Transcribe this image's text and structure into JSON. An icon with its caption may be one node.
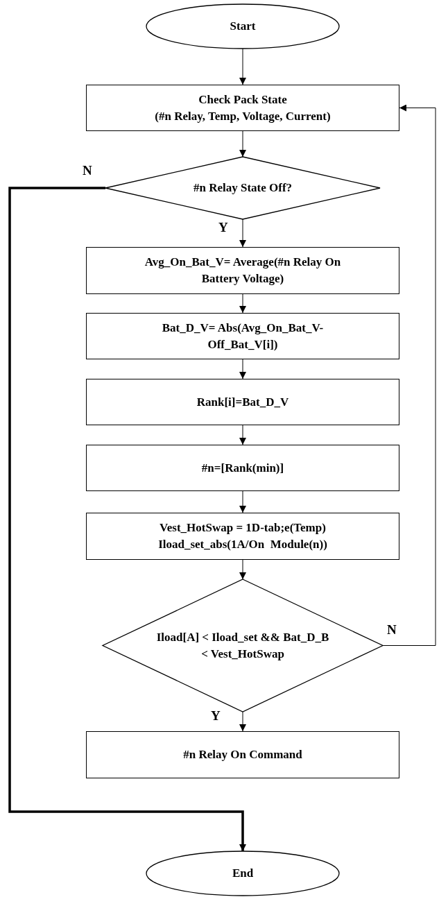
{
  "diagram": {
    "nodes": [
      {
        "text": [
          "Start"
        ]
      },
      {
        "text": [
          "Check Pack State",
          "(#n Relay, Temp, Voltage, Current)"
        ]
      },
      {
        "text": [
          "#n Relay State Off?"
        ]
      },
      {
        "text": [
          "Avg_On_Bat_V= Average(#n Relay On Battery Voltage)"
        ]
      },
      {
        "text": [
          "Bat_D_V= Abs(Avg_On_Bat_V-Off_Bat_V[i])"
        ]
      },
      {
        "text": [
          "Rank[i]=Bat_D_V"
        ]
      },
      {
        "text": [
          "#n=[Rank(min)]"
        ]
      },
      {
        "text": [
          "Vest_HotSwap = 1D-tab;e(Temp)",
          "Iload_set_abs(1A/On  Module(n))"
        ]
      },
      {
        "text": [
          "Iload[A] < Iload_set && Bat_D_B < Vest_HotSwap"
        ]
      },
      {
        "text": [
          "#n Relay On Command"
        ]
      },
      {
        "text": [
          "End"
        ]
      }
    ],
    "edges": [
      {
        "from": 0,
        "to": 1,
        "arrow": "to"
      },
      {
        "from": 1,
        "to": 2,
        "arrow": "to"
      },
      {
        "from": 2,
        "to": 3,
        "arrow": "to",
        "label": "Y"
      },
      {
        "from": 3,
        "to": 4,
        "arrow": "to"
      },
      {
        "from": 4,
        "to": 5,
        "arrow": "to"
      },
      {
        "from": 5,
        "to": 6,
        "arrow": "to"
      },
      {
        "from": 6,
        "to": 7,
        "arrow": "to"
      },
      {
        "from": 7,
        "to": 8,
        "arrow": "to"
      },
      {
        "from": 8,
        "to": 9,
        "arrow": "to",
        "label": "Y"
      },
      {
        "from": 8,
        "to": 1,
        "arrow": "to",
        "label": "N"
      },
      {
        "from": 2,
        "to": 10,
        "arrow": "to",
        "label": "N",
        "style": "thick"
      }
    ]
  }
}
